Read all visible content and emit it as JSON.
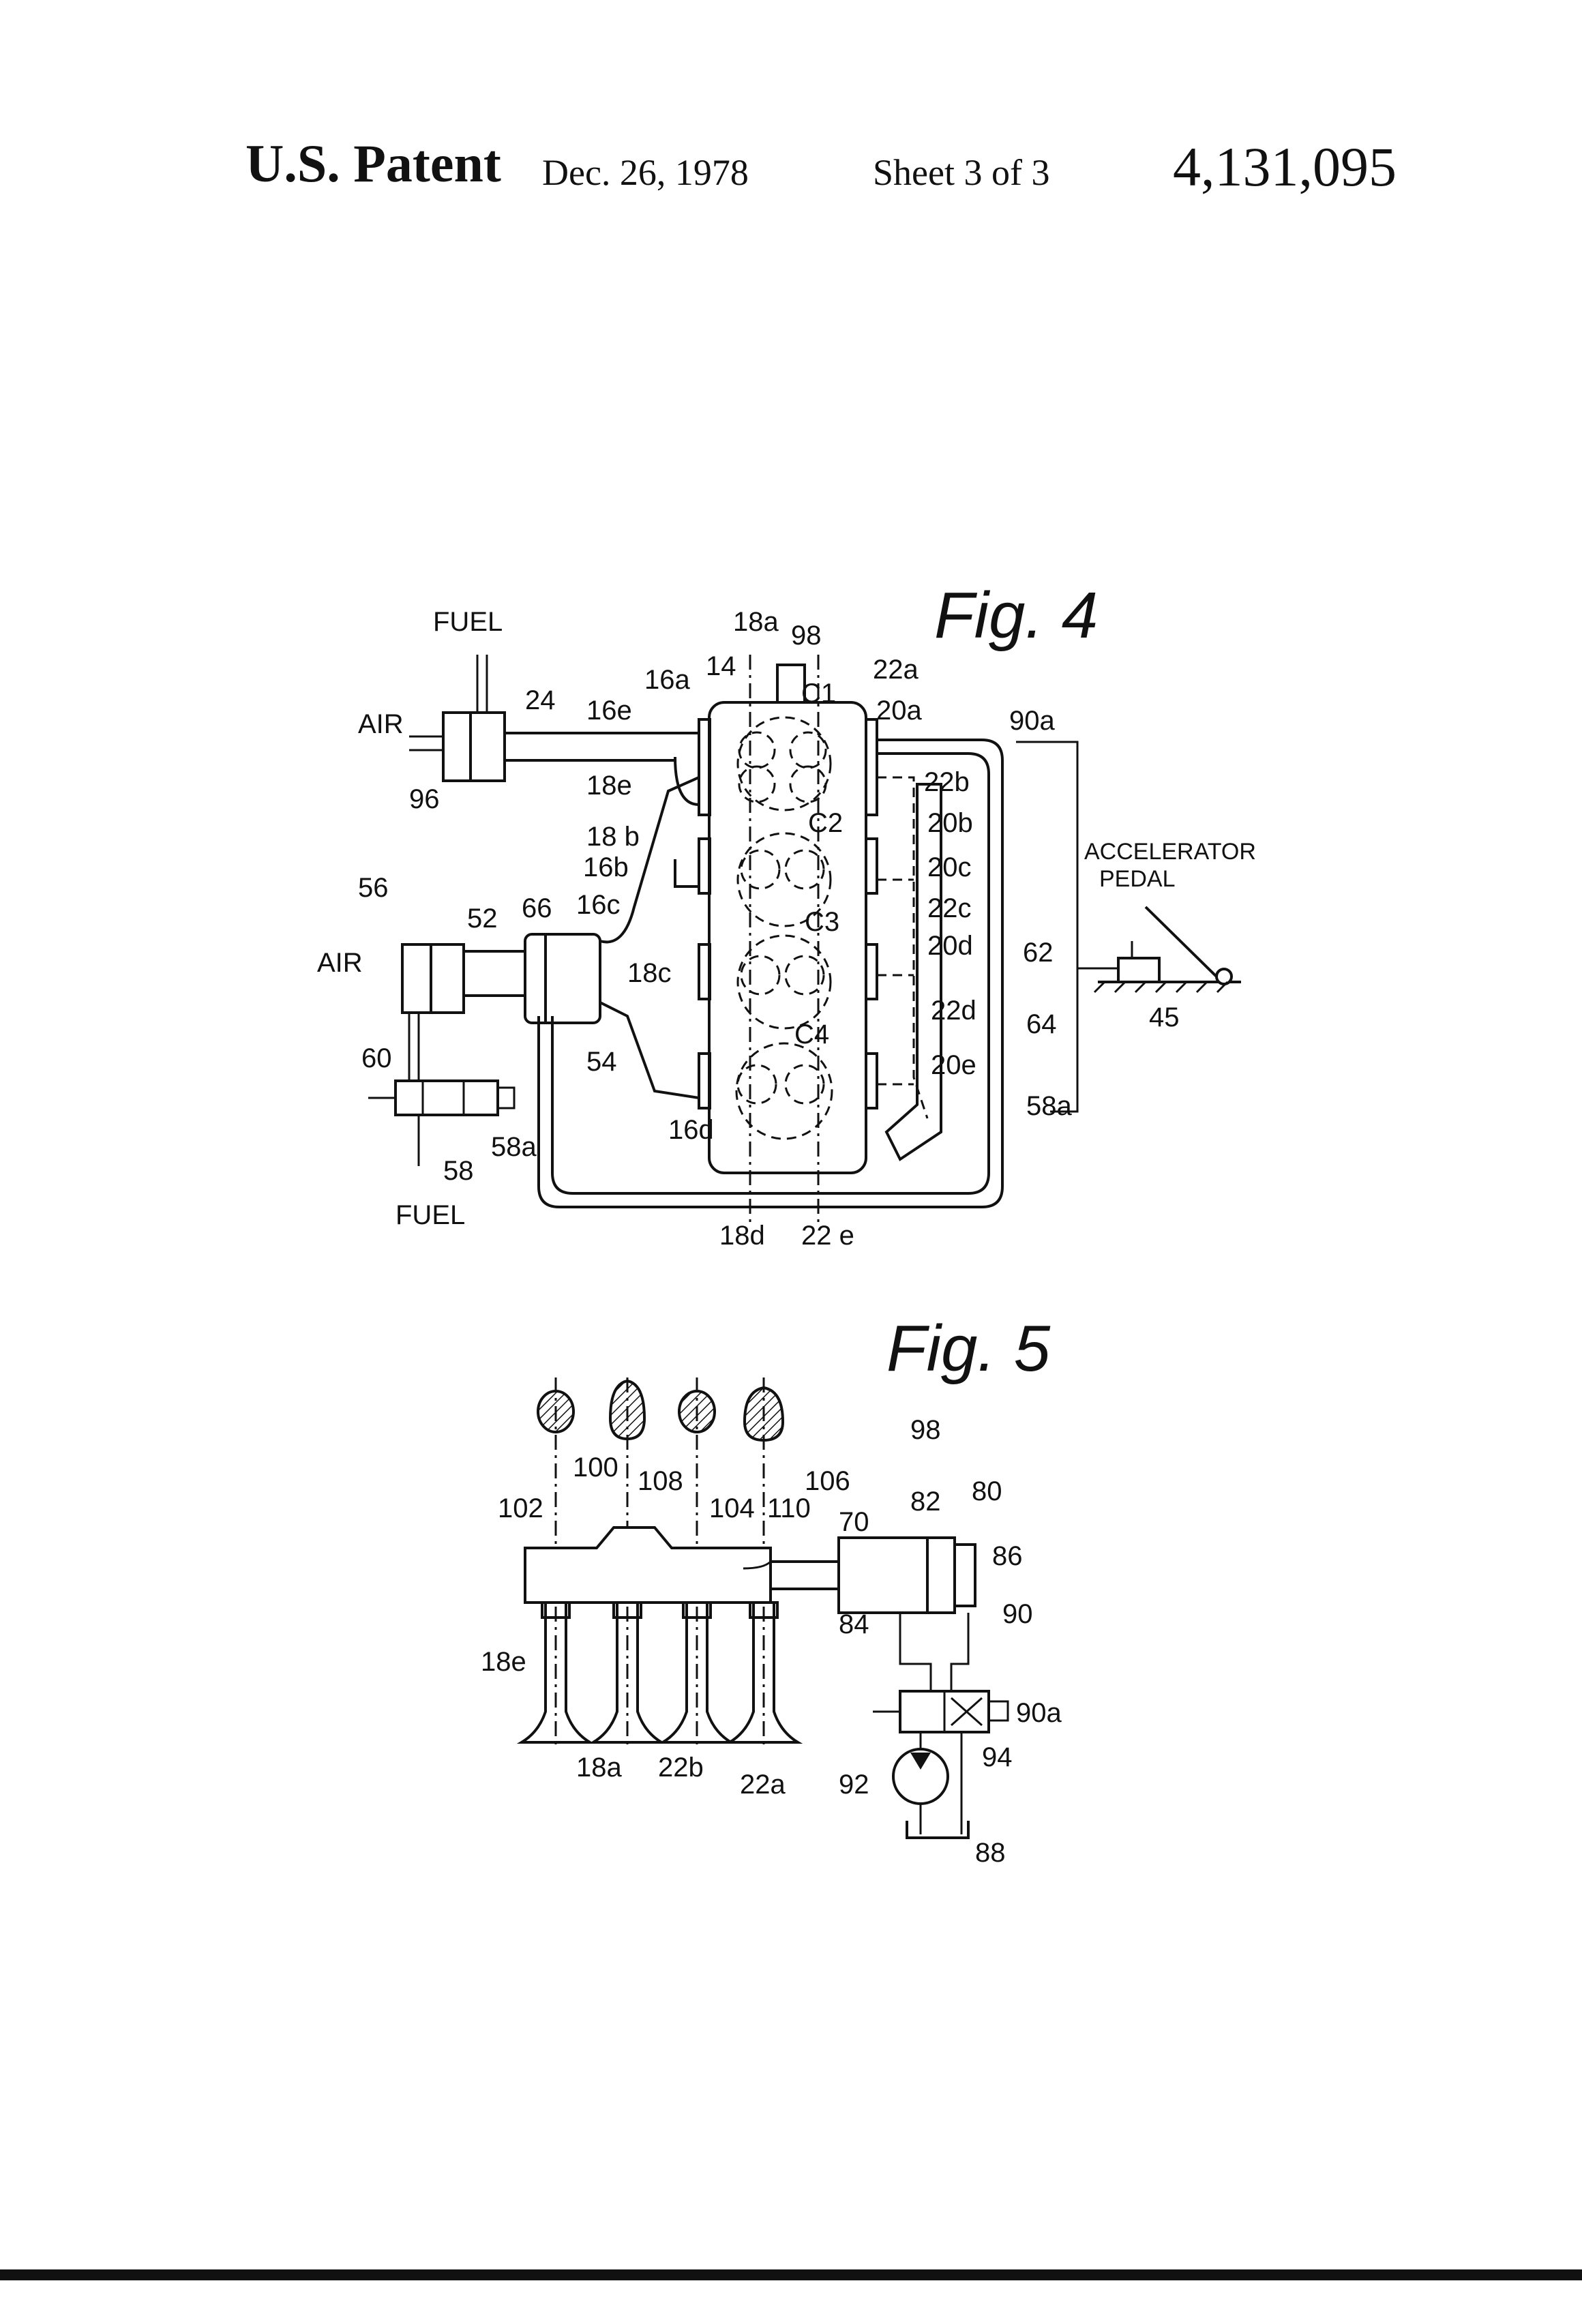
{
  "header": {
    "title": "U.S. Patent",
    "date": "Dec. 26, 1978",
    "sheet": "Sheet 3 of 3",
    "patent_number": "4,131,095"
  },
  "fig4": {
    "title": "Fig. 4",
    "labels": {
      "fuel_top": "FUEL",
      "air_top": "AIR",
      "n96": "96",
      "n24": "24",
      "n16e": "16e",
      "n16a": "16a",
      "n14": "14",
      "n18a": "18a",
      "n98": "98",
      "c1": "C1",
      "n22a": "22a",
      "n20a": "20a",
      "n90a": "90a",
      "n18e": "18e",
      "n18b": "18 b",
      "n16b": "16b",
      "n16c": "16c",
      "c2": "C2",
      "c3": "C3",
      "c4": "C4",
      "n22b": "22b",
      "n20b": "20b",
      "n20c": "20c",
      "n22c": "22c",
      "n20d": "20d",
      "n22d": "22d",
      "n20e": "20e",
      "n62": "62",
      "n64": "64",
      "n58a_right": "58a",
      "accelerator": "ACCELERATOR",
      "pedal": "PEDAL",
      "n45": "45",
      "n56": "56",
      "air_left": "AIR",
      "n52": "52",
      "n66": "66",
      "n18c": "18c",
      "n54": "54",
      "n60": "60",
      "n58a_left": "58a",
      "n58": "58",
      "fuel_bottom": "FUEL",
      "n16d": "16d",
      "n18d": "18d",
      "n22e": "22 e"
    }
  },
  "fig5": {
    "title": "Fig. 5",
    "labels": {
      "n98": "98",
      "n100": "100",
      "n108": "108",
      "n102": "102",
      "n104": "104",
      "n110": "110",
      "n106": "106",
      "n70": "70",
      "n82": "82",
      "n80": "80",
      "n86": "86",
      "n84": "84",
      "n90": "90",
      "n90a": "90a",
      "n18e": "18e",
      "n18a": "18a",
      "n22b": "22b",
      "n22a": "22a",
      "n92": "92",
      "n94": "94",
      "n88": "88"
    }
  }
}
